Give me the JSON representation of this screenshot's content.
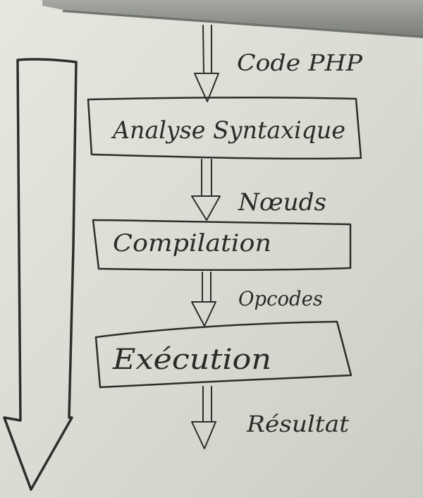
{
  "diagram": {
    "stages": [
      {
        "label": "Analyse Syntaxique"
      },
      {
        "label": "Compilation"
      },
      {
        "label": "Exécution"
      }
    ],
    "flow_labels": [
      {
        "label": "Code PHP"
      },
      {
        "label": "Nœuds"
      },
      {
        "label": "Opcodes"
      },
      {
        "label": "Résultat"
      }
    ]
  },
  "colors": {
    "board": "#d9dcd3",
    "ink": "#2e2d2b",
    "frame": "#8e918c"
  }
}
